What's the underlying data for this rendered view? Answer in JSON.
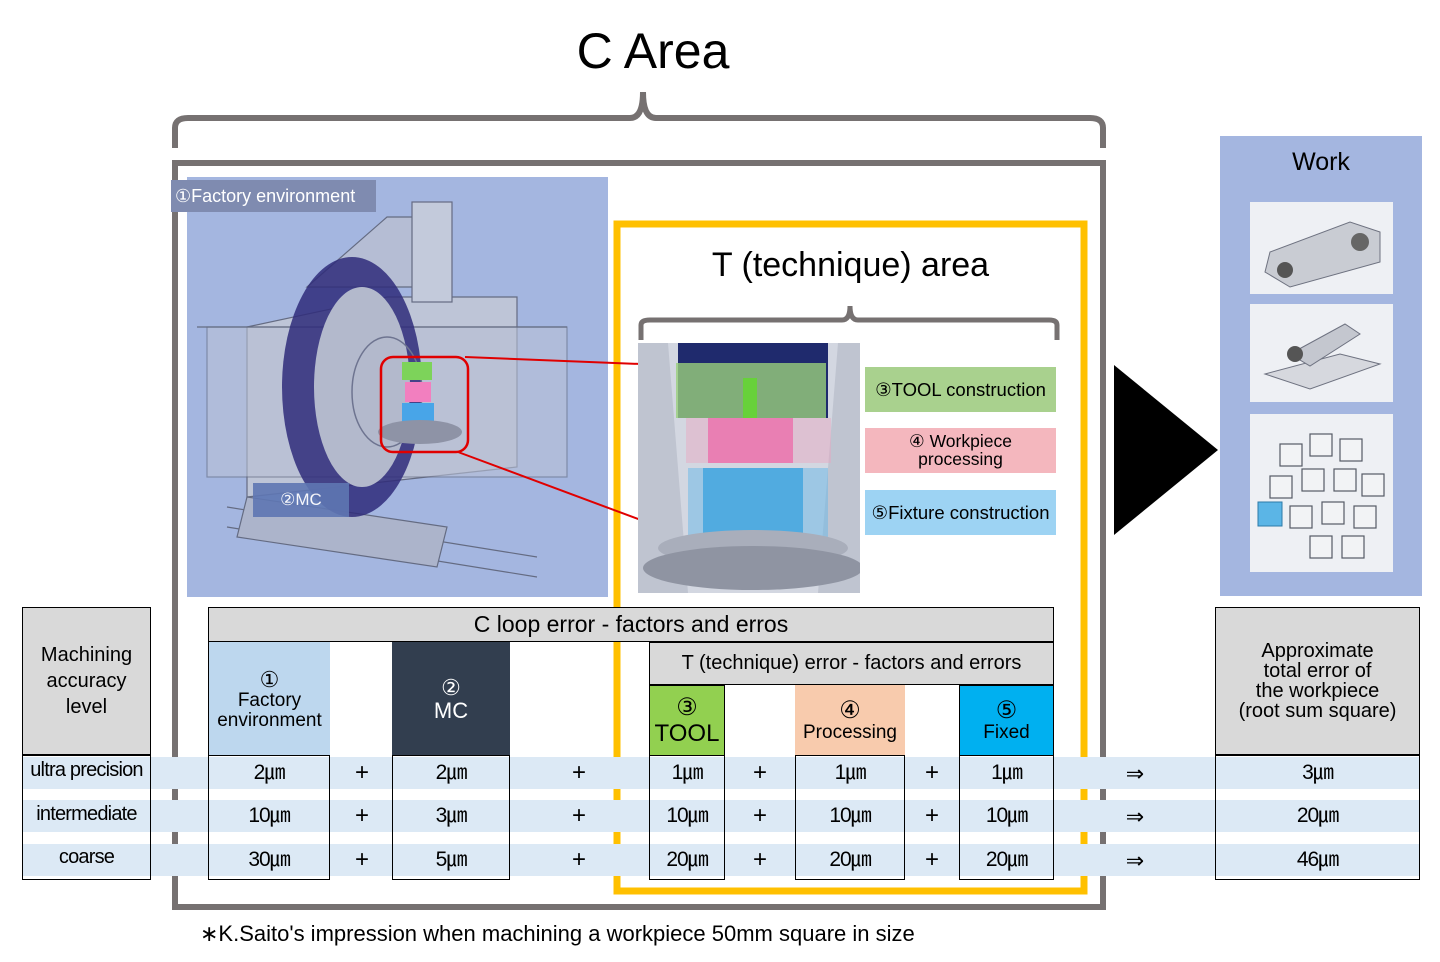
{
  "title": "C Area",
  "factory_label": "①Factory environment",
  "mc_label": "②MC",
  "t_area": {
    "title": "T (technique) area",
    "items": [
      "③TOOL construction",
      "④ Workpiece\nprocessing",
      "⑤Fixture construction"
    ]
  },
  "work": {
    "title": "Work"
  },
  "table": {
    "c_header": "C loop error - factors and erros",
    "t_header": "T (technique) error - factors and errors",
    "left_header": "Machining\naccuracy\nlevel",
    "right_header": "Approximate\ntotal error of\nthe workpiece\n(root sum square)",
    "factors": [
      {
        "num": "①",
        "label": "Factory\nenvironment",
        "color": "#bdd7ee"
      },
      {
        "num": "②",
        "label": "MC",
        "color": "#323e4f"
      },
      {
        "num": "③",
        "label": "TOOL",
        "color": "#92d050"
      },
      {
        "num": "④",
        "label": "Processing",
        "color": "#f8cbad"
      },
      {
        "num": "⑤",
        "label": "Fixed",
        "color": "#00b0f0"
      }
    ],
    "rows": [
      {
        "level": "ultra precision",
        "values": [
          "2㎛",
          "2㎛",
          "1㎛",
          "1㎛",
          "1㎛"
        ],
        "total": "3㎛"
      },
      {
        "level": "intermediate",
        "values": [
          "10㎛",
          "3㎛",
          "10㎛",
          "10㎛",
          "10㎛"
        ],
        "total": "20㎛"
      },
      {
        "level": "coarse",
        "values": [
          "30㎛",
          "5㎛",
          "20㎛",
          "20㎛",
          "20㎛"
        ],
        "total": "46㎛"
      }
    ],
    "plus": "+",
    "arrow": "⇒"
  },
  "footnote": "∗K.Saito's impression when machining a workpiece 50mm square in size",
  "colors": {
    "c_frame": "#767171",
    "t_frame": "#ffc000",
    "factory_bg": "#a4b6e0",
    "work_bg": "#a4b6e0",
    "tool": "#a9d18e",
    "workpiece": "#f4b7be",
    "fixture": "#9dd3f3"
  }
}
